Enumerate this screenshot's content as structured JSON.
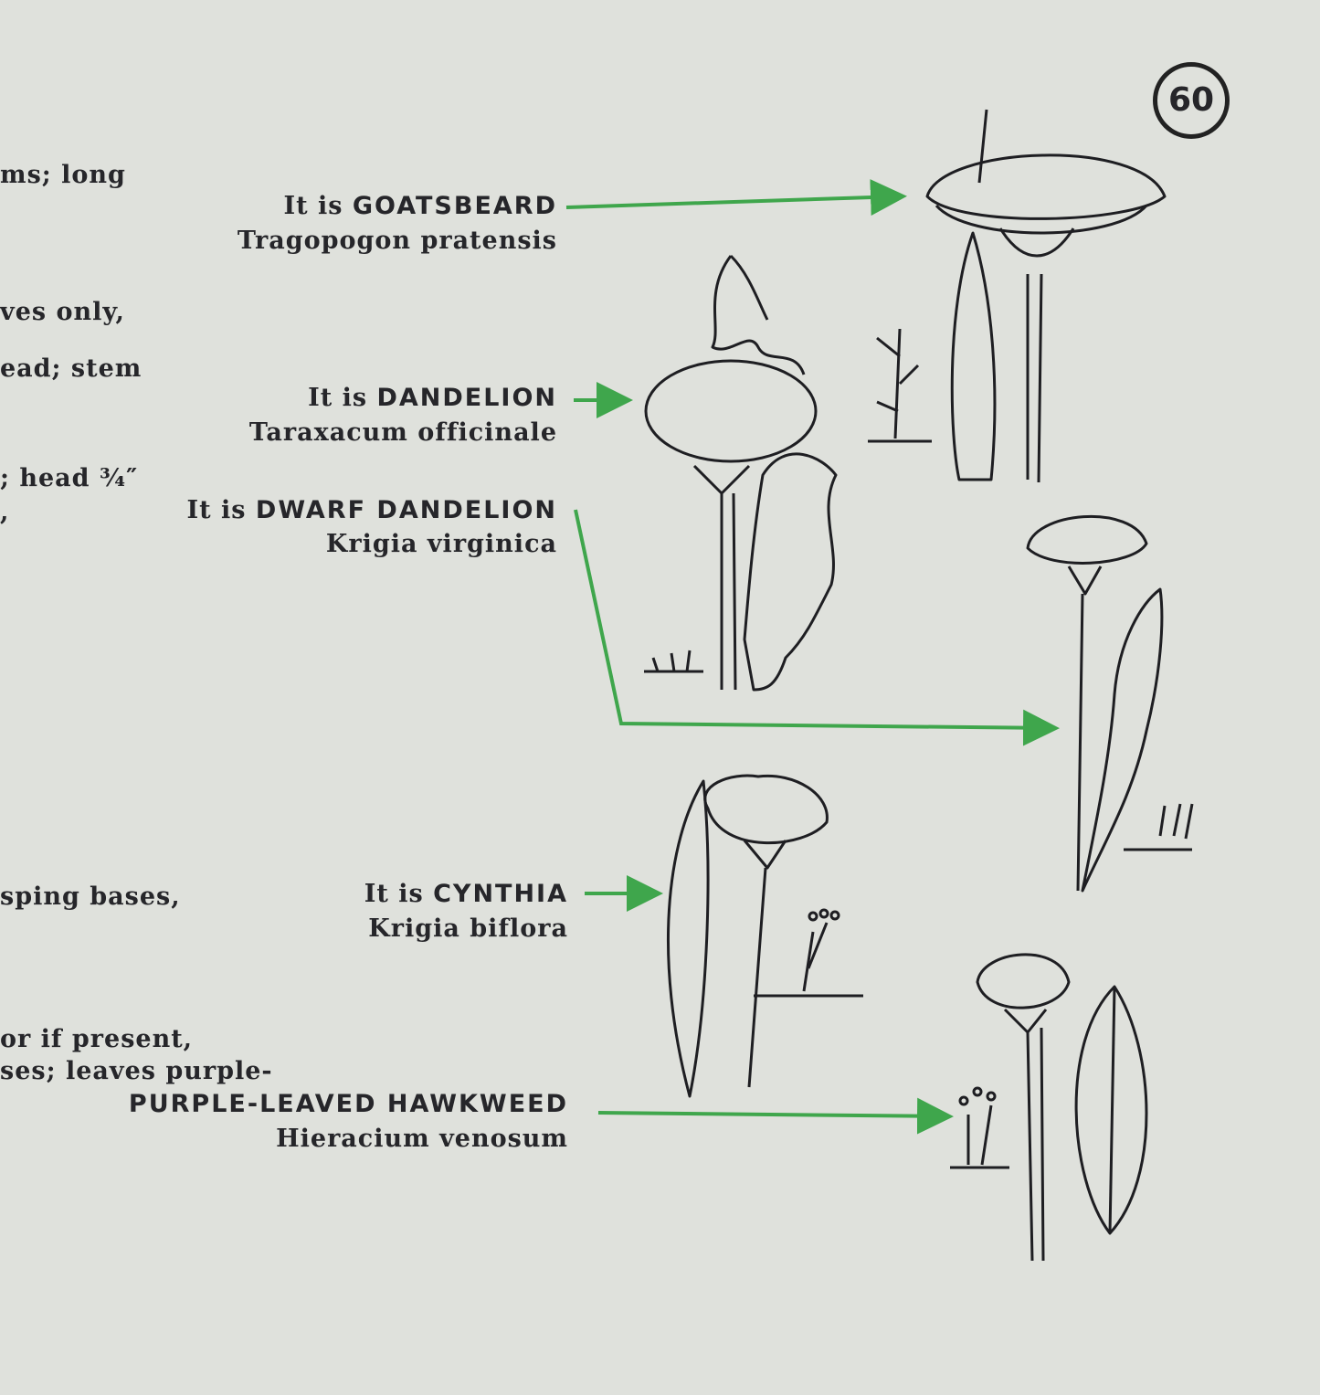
{
  "page_number": "60",
  "key_fragments": [
    "ms; long",
    "ves only,",
    "ead; stem",
    "; head ¾″",
    ",",
    "sping bases,",
    "or if present,",
    "ses; leaves purple-"
  ],
  "species": [
    {
      "prefix": "It is",
      "common_name": "GOATSBEARD",
      "scientific_name": "Tragopogon pratensis"
    },
    {
      "prefix": "It is",
      "common_name": "DANDELION",
      "scientific_name": "Taraxacum officinale"
    },
    {
      "prefix": "It is",
      "common_name": "DWARF DANDELION",
      "scientific_name": "Krigia virginica"
    },
    {
      "prefix": "It is",
      "common_name": "CYNTHIA",
      "scientific_name": "Krigia biflora"
    },
    {
      "common_name": "PURPLE-LEAVED HAWKWEED",
      "scientific_name": "Hieracium venosum"
    }
  ],
  "colors": {
    "arrow": "#3fa64c",
    "ink": "#26262a",
    "paper": "#dfe1dc"
  }
}
